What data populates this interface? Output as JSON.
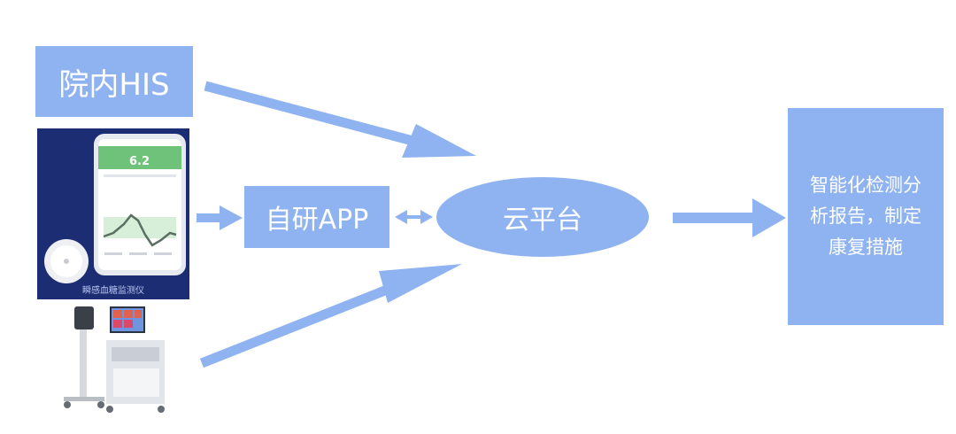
{
  "nodes": {
    "his": "院内HIS",
    "app": "自研APP",
    "cloud": "云平台",
    "report": "智能化检测分析报告，制定康复措施"
  },
  "cgm": {
    "reading": "6.2",
    "caption": "瞬感血糖监测仪"
  },
  "colors": {
    "node_fill": "#8fb3f0",
    "arrow": "#8fb3f0",
    "text": "#ffffff",
    "cgm_panel": "#1c2d73"
  }
}
